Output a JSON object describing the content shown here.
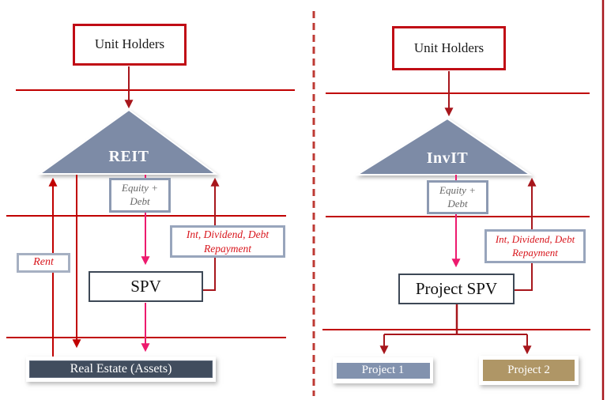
{
  "colors": {
    "line_red": "#C00000",
    "dark_red": "#A7161C",
    "pink": "#ED1A6E",
    "divider_red": "#BE3A34",
    "triangle_fill": "#7D8BA6",
    "red_box_border": "#C00C15",
    "light_border": "#8D9AB2",
    "slate_border": "#3D4856",
    "real_estate_fill": "#414D5E",
    "project1_fill": "#8292AE",
    "project2_fill": "#AF9666",
    "red_text": "#D8151C",
    "gray_text": "#666666"
  },
  "left": {
    "unit_holders": "Unit Holders",
    "trust": "REIT",
    "equity_line1": "Equity +",
    "equity_line2": "Debt",
    "int_line1": "Int, Dividend, Debt",
    "int_line2": "Repayment",
    "rent": "Rent",
    "spv": "SPV",
    "assets": "Real Estate (Assets)"
  },
  "right": {
    "unit_holders": "Unit Holders",
    "trust": "InvIT",
    "equity_line1": "Equity +",
    "equity_line2": "Debt",
    "int_line1": "Int, Dividend, Debt",
    "int_line2": "Repayment",
    "spv": "Project SPV",
    "project1": "Project 1",
    "project2": "Project 2"
  }
}
